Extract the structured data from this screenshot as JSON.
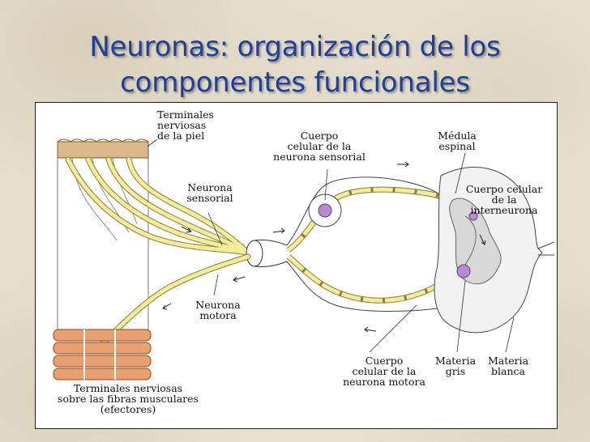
{
  "slide": {
    "title_line1": "Neuronas: organización de los",
    "title_line2": "componentes funcionales"
  },
  "labels": {
    "skin_terminals": [
      "Terminales",
      "nerviosas",
      "de la piel"
    ],
    "sensory_neuron": [
      "Neurona",
      "sensorial"
    ],
    "sensory_cell_body": [
      "Cuerpo",
      "celular de la",
      "neurona sensorial"
    ],
    "spinal_cord": [
      "Médula",
      "espinal"
    ],
    "interneuron_cell_body": [
      "Cuerpo celular",
      "de la",
      "interneurona"
    ],
    "motor_neuron": [
      "Neurona",
      "motora"
    ],
    "motor_cell_body": [
      "Cuerpo",
      "celular de la",
      "neurona motora"
    ],
    "gray_matter": [
      "Materia",
      "gris"
    ],
    "white_matter": [
      "Materia",
      "blanca"
    ],
    "muscle_terminals": [
      "Terminales nerviosas",
      "sobre las fibras musculares",
      "(efectores)"
    ]
  },
  "colors": {
    "title": "#1f3f99",
    "nerve_fiber": "#f3ec9a",
    "cell_body": "#b88ad0",
    "gray_matter": "#d8d8d8",
    "skin": "#d9b98a",
    "muscle": "#e8a070"
  }
}
